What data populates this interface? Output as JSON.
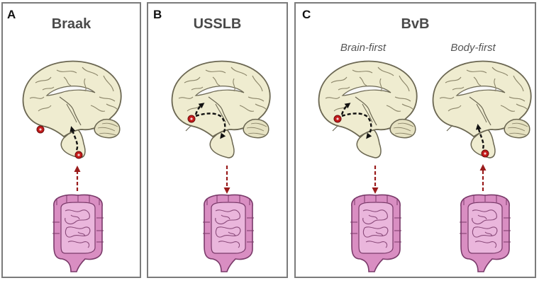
{
  "panels": [
    {
      "letter": "A",
      "title": "Braak"
    },
    {
      "letter": "B",
      "title": "USSLB"
    },
    {
      "letter": "C",
      "title": "BvB",
      "subtitles": [
        "Brain-first",
        "Body-first"
      ]
    }
  ],
  "colors": {
    "brain_fill": "#efecd0",
    "brain_outline": "#6b6752",
    "lesion_red": "#c41a1a",
    "gut_arrow": "#9a1c1c",
    "intestine_fill": "#d98ec2",
    "intestine_inner": "#eab6dc",
    "intestine_outline": "#7a3a6a",
    "panel_border": "#7b7b7b"
  },
  "icons": [
    "brain-icon",
    "intestine-icon",
    "lesion-marker",
    "dashed-arrow"
  ]
}
